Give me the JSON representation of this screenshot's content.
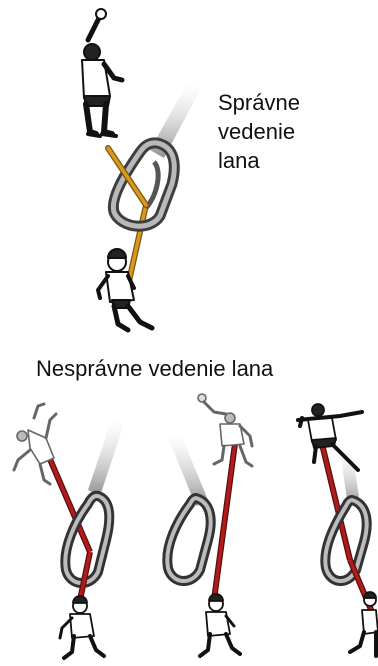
{
  "correct": {
    "caption_lines": [
      "Správne",
      "vedenie",
      "lana"
    ],
    "rope_color": "#d9991c"
  },
  "incorrect": {
    "caption": "Nesprávne vedenie lana",
    "rope_color": "#b01c1c",
    "panels": 3
  }
}
